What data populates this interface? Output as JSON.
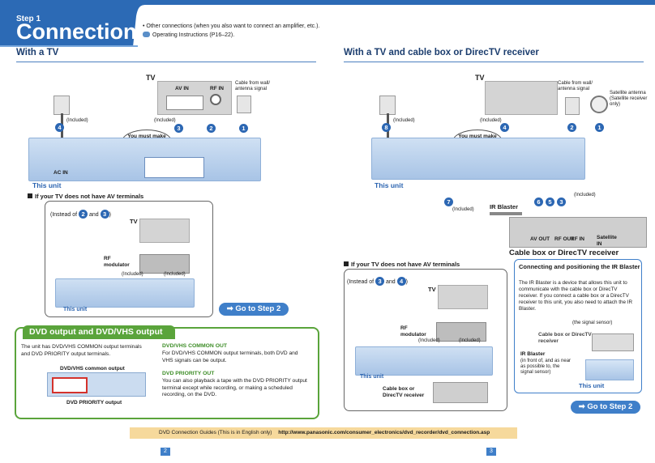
{
  "header": {
    "step": "Step 1",
    "title": "Connection",
    "note_line1": "• Other connections (when you also want to connect an amplifier, etc.).",
    "note_line2": "Operating Instructions (P16–22)."
  },
  "left": {
    "heading": "With a TV",
    "tv": "TV",
    "av_in": "AV IN",
    "rf_in": "RF IN",
    "cable_label": "Cable from wall/ antenna signal",
    "included": "(Included)",
    "callout": "You must make this connection.",
    "this_unit": "This unit",
    "ac_in": "AC IN",
    "nums": [
      "4",
      "3",
      "2",
      "1"
    ],
    "sub_heading": "If your TV does not have AV terminals",
    "instead_pre": "(Instead of",
    "instead_and": "and",
    "instead_nums": [
      "2",
      "3"
    ],
    "instead_post": ")",
    "rf_modulator": "RF modulator",
    "go_step": "Go to Step 2"
  },
  "right": {
    "heading": "With a TV and cable box or DirecTV receiver",
    "tv": "TV",
    "cable_label": "Cable from wall/ antenna signal",
    "satellite": "Satellite antenna (Satellite receiver only)",
    "included": "(Included)",
    "callout": "You must make this connection.",
    "this_unit": "This unit",
    "ir_blaster": "IR Blaster",
    "cable_box": "Cable box or DirecTV receiver",
    "av_out": "AV OUT",
    "rf_out": "RF OUT",
    "rf_in": "RF IN",
    "sat_in": "Satellite IN",
    "nums": [
      "8",
      "4",
      "2",
      "1",
      "7",
      "6",
      "5",
      "3"
    ],
    "sub_heading": "If your TV does not have AV terminals",
    "instead_pre": "(Instead of",
    "instead_and": "and",
    "instead_nums": [
      "3",
      "4"
    ],
    "instead_post": ")",
    "rf_modulator": "RF modulator",
    "ir_box": {
      "title": "Connecting and positioning the IR Blaster",
      "body": "The IR Blaster is a device that allows this unit to communicate with the cable box or DirecTV receiver. If you connect a cable box or a DirecTV receiver to this unit, you also need to attach the IR Blaster.",
      "sensor": "(the signal sensor)",
      "cable_box": "Cable box or DirecTV receiver",
      "ir_blaster": "IR Blaster",
      "ir_desc": "(in front of, and as near as possible to, the signal sensor)",
      "this_unit": "This unit"
    },
    "go_step": "Go to Step 2"
  },
  "dvd_section": {
    "tab": "DVD output and DVD/VHS output",
    "intro": "The unit has DVD/VHS COMMON output terminals and DVD PRIORITY output terminals.",
    "common_label": "DVD/VHS common output",
    "priority_label": "DVD PRIORITY output",
    "common_head": "DVD/VHS COMMON OUT",
    "common_text": "For DVD/VHS COMMON output terminals, both DVD and VHS signals can be output.",
    "priority_head": "DVD PRIORITY OUT",
    "priority_text": "You can also playback a tape with the DVD PRIORITY output terminal except while recording, or making a scheduled recording, on the DVD."
  },
  "footer": {
    "text": "DVD Connection Guides (This is in English only)",
    "url": "http://www.panasonic.com/consumer_electronics/dvd_recorder/dvd_connection.asp"
  },
  "pages": {
    "left": "2",
    "right": "3"
  },
  "colors": {
    "accent_blue": "#2c67b3",
    "green": "#5aa43b",
    "footer": "#f6d99c"
  }
}
